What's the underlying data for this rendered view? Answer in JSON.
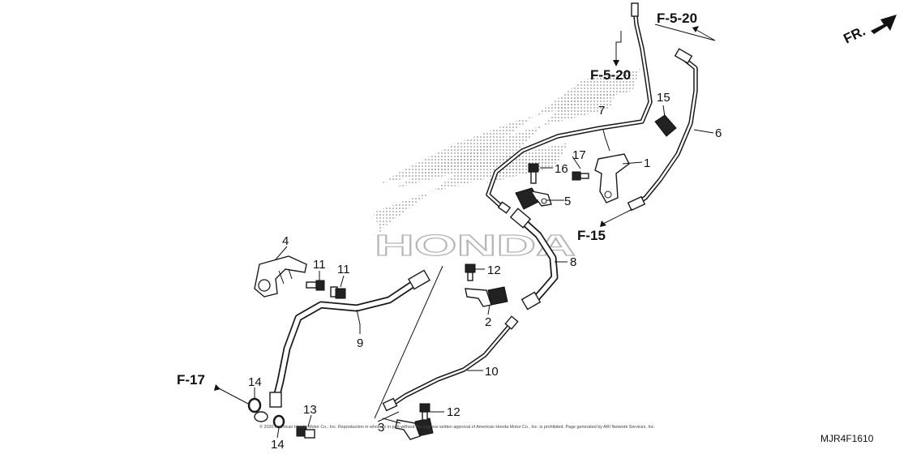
{
  "diagram": {
    "code": "MJR4F1610",
    "front_indicator": "FR.",
    "watermark": "HONDA",
    "copyright": "© 2020 American Honda Motor Co., Inc. Reproduction in whole or in part without the express written approval of American Honda Motor Co., Inc. is prohibited. Page generated by ARI Network Services, Inc.",
    "refs": {
      "f5_20_top": "F-5-20",
      "f5_20_mid": "F-5-20",
      "f15": "F-15",
      "f17": "F-17"
    },
    "callouts": {
      "p1": "1",
      "p2": "2",
      "p3": "3",
      "p4": "4",
      "p5": "5",
      "p6": "6",
      "p7": "7",
      "p8": "8",
      "p9": "9",
      "p10": "10",
      "p11a": "11",
      "p11b": "11",
      "p12a": "12",
      "p12b": "12",
      "p13": "13",
      "p14a": "14",
      "p14b": "14",
      "p15": "15",
      "p16": "16",
      "p17": "17"
    }
  }
}
